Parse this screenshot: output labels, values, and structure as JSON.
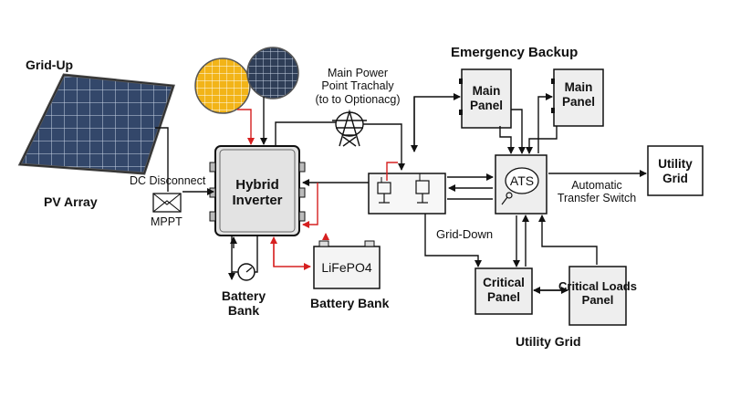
{
  "labels": {
    "grid_up": "Grid-Up",
    "pv_array": "PV Array",
    "dc_disconnect": "DC Disconnect",
    "mppt": "MPPT",
    "hybrid_inverter_line1": "Hybrid",
    "hybrid_inverter_line2": "Inverter",
    "battery_bank_left_line1": "Battery",
    "battery_bank_left_line2": "Bank",
    "lifepo4": "LiFePO4",
    "battery_bank_right": "Battery Bank",
    "main_power_line1": "Main Power",
    "main_power_line2": "Point Trachaly",
    "main_power_line3": "(to to Optionacg)",
    "emergency_backup": "Emergency Backup",
    "main_panel_a_line1": "Main",
    "main_panel_a_line2": "Panel",
    "main_panel_b_line1": "Main",
    "main_panel_b_line2": "Panel",
    "ats": "ATS",
    "automatic_line1": "Automatic",
    "automatic_line2": "Transfer Switch",
    "utility_grid_box_line1": "Utility",
    "utility_grid_box_line2": "Grid",
    "grid_down": "Grid-Down",
    "critical_panel_line1": "Critical",
    "critical_panel_line2": "Panel",
    "critical_loads_line1": "Critical Loads",
    "critical_loads_line2": "Panel",
    "utility_grid_bottom": "Utility Grid"
  },
  "colors": {
    "line": "#111111",
    "accent_red": "#d62020",
    "box_fill": "#eeeeee",
    "inverter_fill": "#e3e3e3",
    "solar_yellow": "#f2b418",
    "solar_navy": "#2f3e57",
    "pv_panel": "#33476a"
  }
}
